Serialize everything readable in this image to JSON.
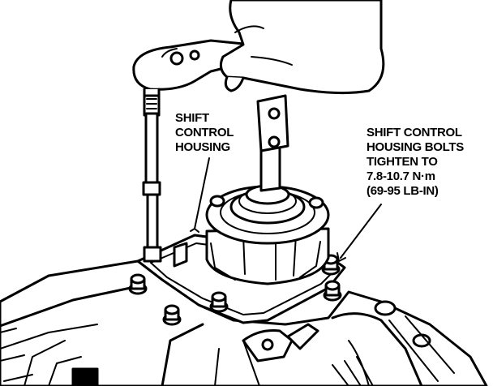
{
  "labels": {
    "housing": [
      "SHIFT",
      "CONTROL",
      "HOUSING"
    ],
    "bolts": [
      "SHIFT CONTROL",
      "HOUSING BOLTS",
      "TIGHTEN TO",
      "7.8-10.7 N·m",
      "(69-95 LB-IN)"
    ]
  },
  "colors": {
    "ink": "#000000",
    "paper": "#ffffff"
  }
}
